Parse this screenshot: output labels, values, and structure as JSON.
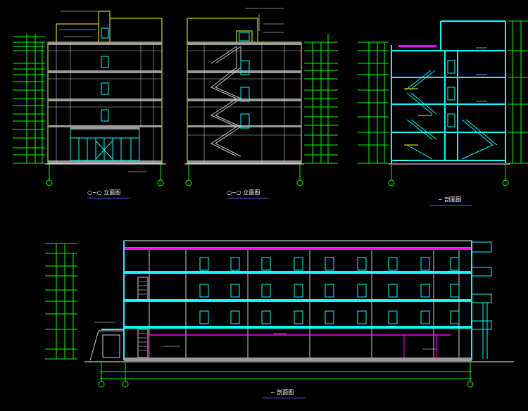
{
  "drawing": {
    "background": "#000000",
    "colors": {
      "outline": "#ffff00",
      "slab": "#00ffff",
      "dimension": "#00ff00",
      "window": "#00ffff",
      "floor_gray": "#9a9a9a",
      "highlight": "#ff00ff",
      "grid_dot": "#00ff00",
      "caption": "#ffffff",
      "caption_underline": "#3f6bff"
    },
    "views": [
      {
        "id": "front-elevation",
        "caption": "○~○ 立面图"
      },
      {
        "id": "side-elevation",
        "caption": "○~○ 立面图"
      },
      {
        "id": "section-small",
        "caption": "~ 剖面图"
      },
      {
        "id": "section-long",
        "caption": "~ 剖面图"
      }
    ]
  }
}
